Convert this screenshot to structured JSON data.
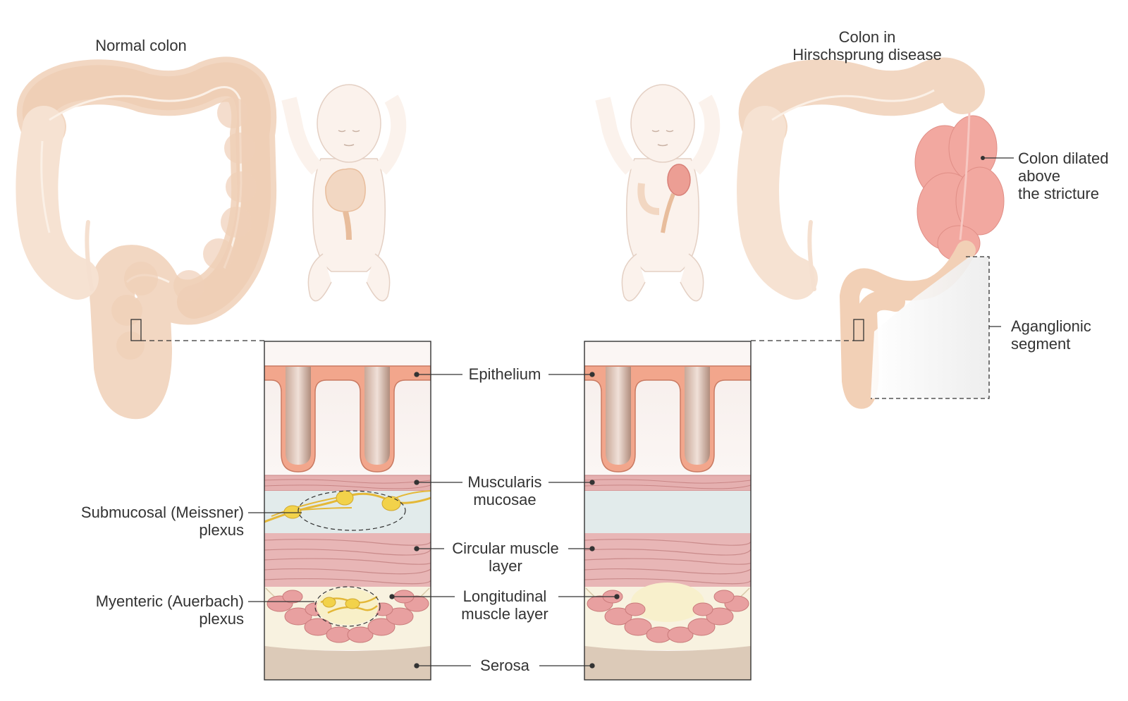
{
  "titles": {
    "normal": "Normal colon",
    "disease_line1": "Colon in",
    "disease_line2": "Hirschsprung disease"
  },
  "labels": {
    "epithelium": "Epithelium",
    "muscularis_1": "Muscularis",
    "muscularis_2": "mucosae",
    "circular_1": "Circular muscle",
    "circular_2": "layer",
    "longitudinal_1": "Longitudinal",
    "longitudinal_2": "muscle layer",
    "serosa": "Serosa",
    "submucosal_1": "Submucosal (Meissner)",
    "submucosal_2": "plexus",
    "myenteric_1": "Myenteric (Auerbach)",
    "myenteric_2": "plexus",
    "dilated_1": "Colon dilated",
    "dilated_2": "above",
    "dilated_3": "the stricture",
    "aganglionic_1": "Aganglionic",
    "aganglionic_2": "segment"
  },
  "colors": {
    "colon": "#f2d5bf",
    "colon_dark": "#e8bd9c",
    "dilated": "#f2a8a0",
    "epithelium": "#f2a68c",
    "muscle": "#e8b4b4",
    "submucosa": "#e4ecec",
    "ganglion": "#f2d24a",
    "serosa": "#ddccba",
    "line": "#333333"
  }
}
